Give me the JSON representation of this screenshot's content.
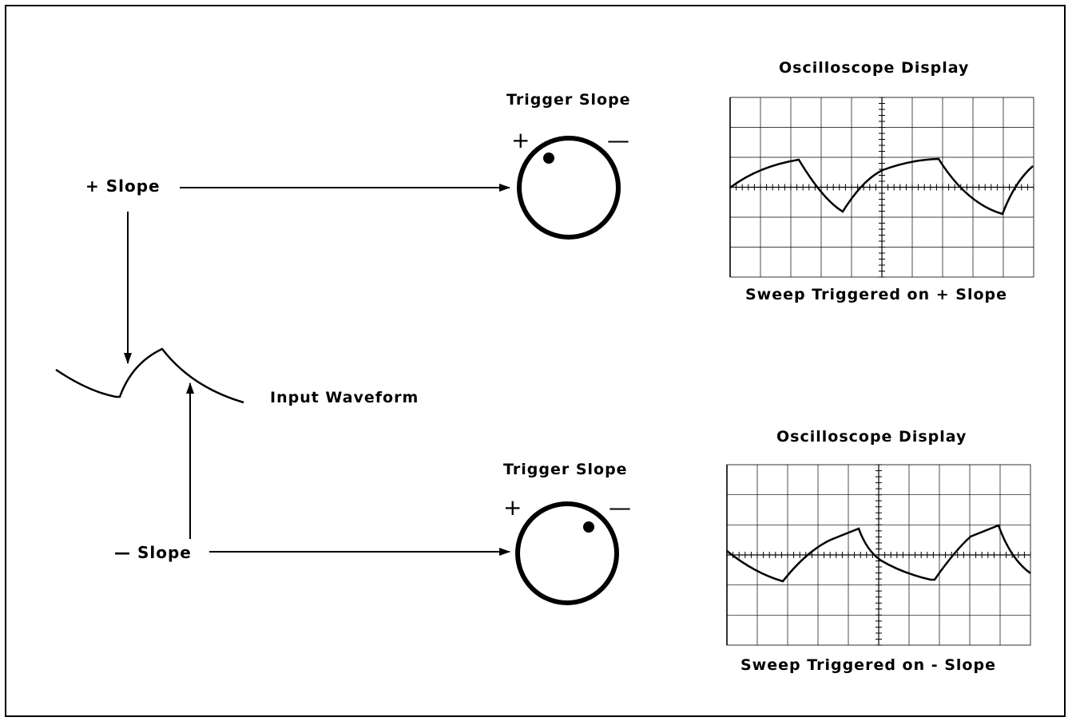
{
  "left": {
    "plus_slope_label": "+ Slope",
    "minus_slope_label": "— Slope",
    "input_waveform_label": "Input Waveform"
  },
  "top": {
    "knob_title": "Trigger Slope",
    "knob_plus": "+",
    "knob_minus": "—",
    "display_title": "Oscilloscope Display",
    "display_caption": "Sweep Triggered on + Slope"
  },
  "bottom": {
    "knob_title": "Trigger Slope",
    "knob_plus": "+",
    "knob_minus": "—",
    "display_title": "Oscilloscope Display",
    "display_caption": "Sweep Triggered on - Slope"
  }
}
